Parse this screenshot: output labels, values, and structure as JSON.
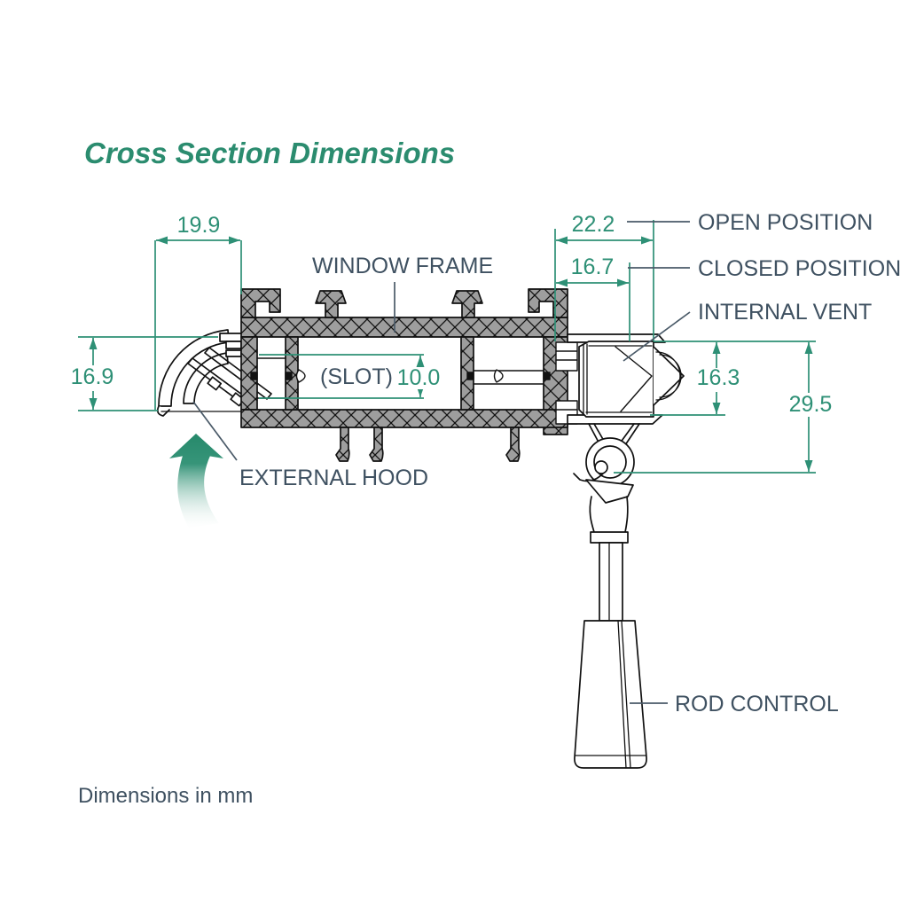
{
  "title": "Cross Section Dimensions",
  "footnote": "Dimensions in mm",
  "labels": {
    "window_frame": "WINDOW FRAME",
    "open_position": "OPEN POSITION",
    "closed_position": "CLOSED POSITION",
    "internal_vent": "INTERNAL VENT",
    "external_hood": "EXTERNAL HOOD",
    "rod_control": "ROD CONTROL",
    "slot": "(SLOT)"
  },
  "dimensions": {
    "hood_width": "19.9",
    "hood_height": "16.9",
    "open_position": "22.2",
    "closed_position": "16.7",
    "slot_height": "10.0",
    "vent_height": "16.3",
    "vent_total_height": "29.5"
  },
  "icons": {
    "airflow_arrow": "curved-up-arrow"
  },
  "colors": {
    "accent_teal": "#2b8c6f",
    "dim_teal": "#2e9076",
    "label_slate": "#3f5161",
    "leader_slate": "#4a5a68",
    "frame_gray": "#9e9e9e",
    "line_black": "#111111"
  }
}
